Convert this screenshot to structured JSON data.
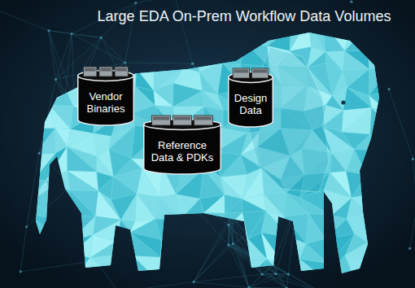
{
  "diagram": {
    "title": "Large EDA On-Prem Workflow Data Volumes",
    "nodes": [
      {
        "text": [
          "Vendor Binaries"
        ]
      },
      {
        "text": [
          "Design Data"
        ]
      },
      {
        "text": [
          "Reference Data & PDKs"
        ]
      }
    ]
  }
}
